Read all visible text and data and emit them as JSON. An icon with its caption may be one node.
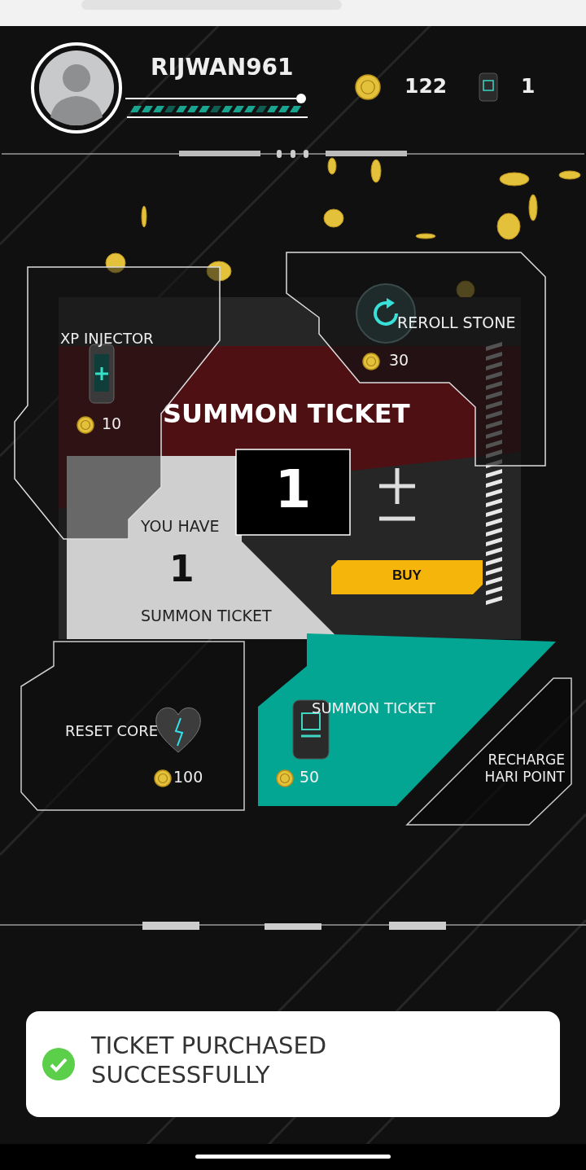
{
  "diagram": {
    "nodes": [
      {
        "text": [
          "XP INJECTOR",
          "10"
        ]
      },
      {
        "text": [
          "REROLL STONE",
          "30"
        ]
      },
      {
        "text": [
          "SUMMON TICKET",
          "YOU HAVE",
          "1",
          "SUMMON TICKET"
        ]
      },
      {
        "text": [
          "1"
        ],
        "in": 2
      },
      {
        "text": [
          "BUY"
        ],
        "in": 2
      },
      {
        "text": [
          "RESET CORE",
          "100"
        ]
      },
      {
        "text": [
          "SUMMON TICKET",
          "50"
        ]
      },
      {
        "text": [
          "RECHARGE HARI POINT"
        ]
      },
      {
        "text": [
          "TICKET PURCHASED SUCCESSFULLY"
        ]
      }
    ],
    "labels": [
      "RIJWAN961",
      "122",
      "1"
    ]
  }
}
